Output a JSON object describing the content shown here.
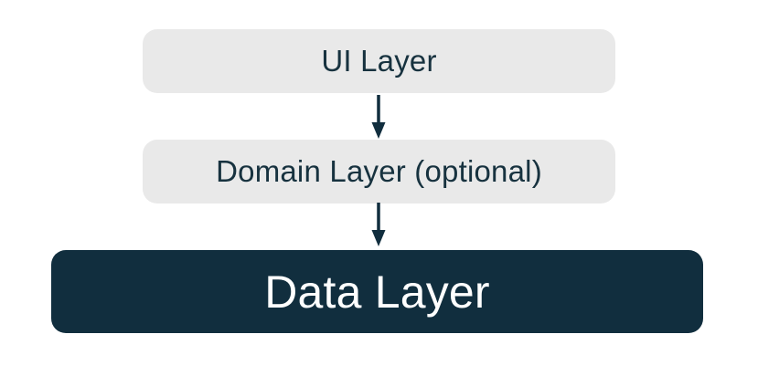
{
  "diagram": {
    "nodes": [
      {
        "id": "ui-layer",
        "label": "UI Layer",
        "style": "light"
      },
      {
        "id": "domain-layer",
        "label": "Domain Layer (optional)",
        "style": "light"
      },
      {
        "id": "data-layer",
        "label": "Data Layer",
        "style": "dark"
      }
    ],
    "edges": [
      {
        "from": "ui-layer",
        "to": "domain-layer",
        "direction": "down"
      },
      {
        "from": "domain-layer",
        "to": "data-layer",
        "direction": "down"
      }
    ],
    "colors": {
      "background": "#ffffff",
      "light_box_bg": "#e9e9e9",
      "dark_box_bg": "#112e3e",
      "dark_text": "#17323f",
      "light_text": "#ffffff",
      "arrow": "#112e3e"
    }
  }
}
